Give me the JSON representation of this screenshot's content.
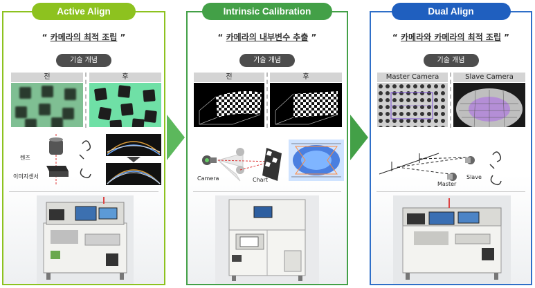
{
  "panels": [
    {
      "title": "Active Align",
      "quote_open": "“ ",
      "quote_text": "카메라의 최적 조립",
      "quote_close": " ”",
      "pill": "기술 개념",
      "before_label": "전",
      "after_label": "후",
      "labels": [
        "렌즈",
        "이미지센서"
      ],
      "accent": "#8dc21f"
    },
    {
      "title": "Intrinsic Calibration",
      "quote_open": "“ ",
      "quote_text": "카메라의 내부변수 추출",
      "quote_close": " ”",
      "pill": "기술 개념",
      "before_label": "전",
      "after_label": "후",
      "labels": [
        "Camera",
        "Chart"
      ],
      "accent": "#43a047"
    },
    {
      "title": "Dual Align",
      "quote_open": "“ ",
      "quote_text": "카메라와 카메라의 최적 조립",
      "quote_close": " ”",
      "pill": "기술 개념",
      "before_label": "Master Camera",
      "after_label": "Slave Camera",
      "labels": [
        "Master",
        "Slave"
      ],
      "accent": "#1f5fbf"
    }
  ],
  "arrows": {
    "color": "#4caf50"
  }
}
